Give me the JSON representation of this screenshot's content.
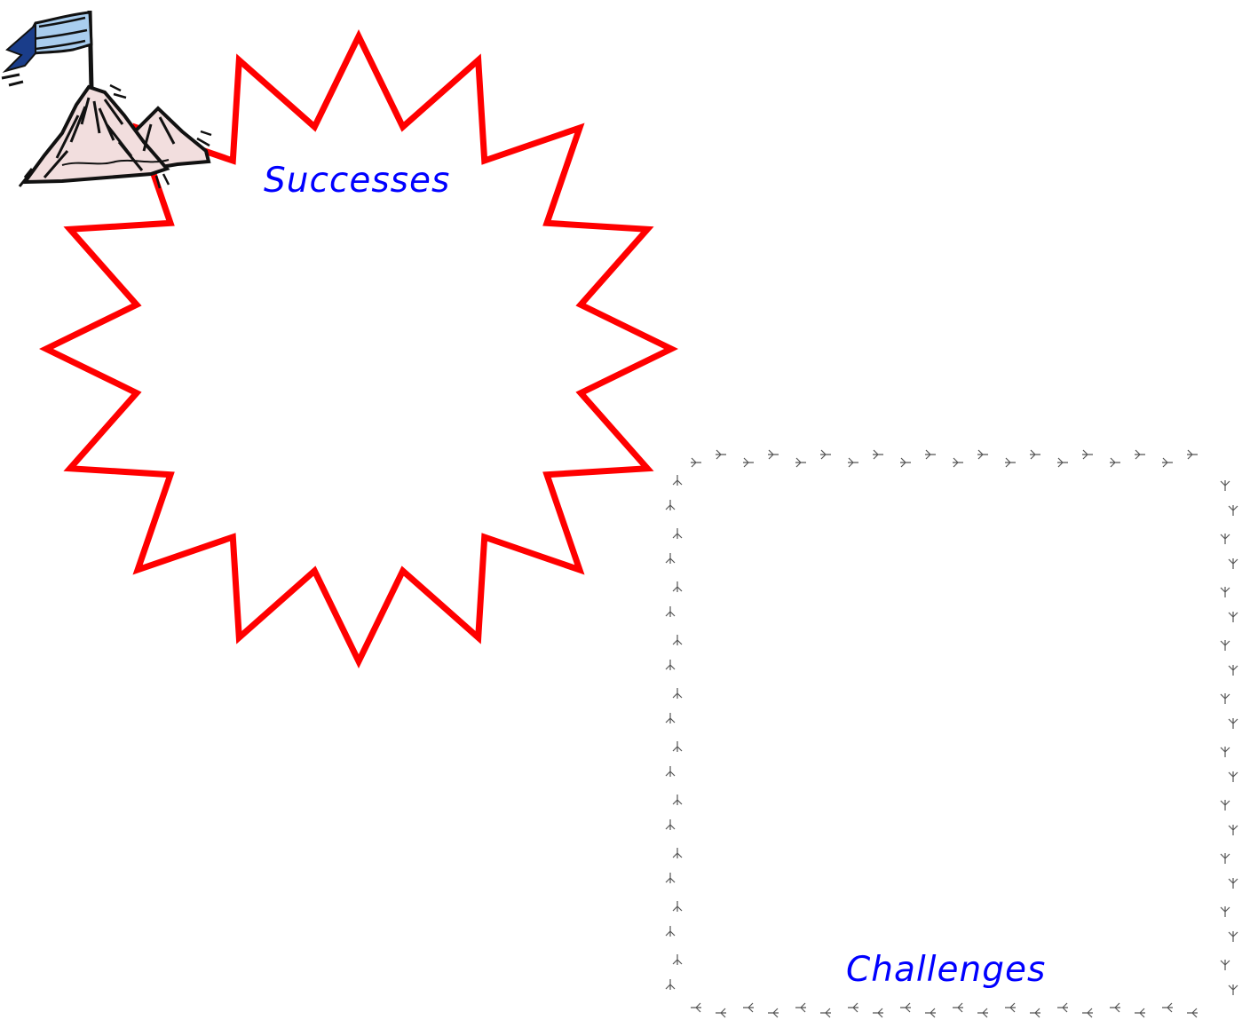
{
  "successes": {
    "label": "Successes",
    "star_points": 16
  },
  "challenges": {
    "label": "Challenges"
  },
  "colors": {
    "label_text": "#0000ff",
    "star_outline": "#ff0000",
    "star_fill": "#ffffff",
    "footprints": "#555555",
    "flag": "#a9cdee",
    "mountain_snow": "#f2dede",
    "ink": "#111111"
  },
  "icons": {
    "mountain_flag": "mountain-flag-icon",
    "footprint_border": "bird-footprint-border"
  }
}
